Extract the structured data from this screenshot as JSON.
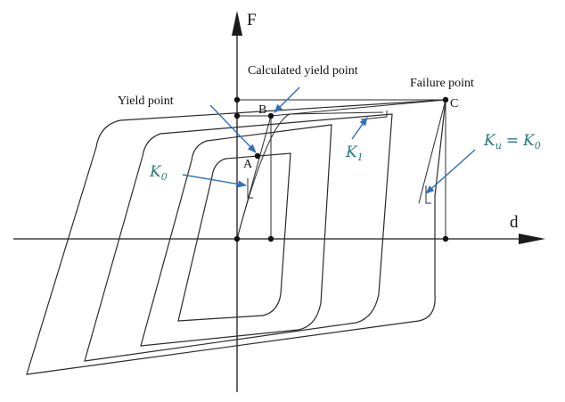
{
  "axes": {
    "y_label": "F",
    "x_label": "d"
  },
  "points": {
    "a": "A",
    "b": "B",
    "c": "C"
  },
  "annotations": {
    "yield_point": "Yield point",
    "calculated_yield_point": "Calculated yield point",
    "failure_point": "Failure point"
  },
  "stiffness": {
    "k0_main": "K",
    "k0_sub": "0",
    "k1_main": "K",
    "k1_sub": "1",
    "ku_main": "K",
    "ku_sub": "u",
    "ku_equals": "=",
    "ku_rhs_main": "K",
    "ku_rhs_sub": "0"
  },
  "colors": {
    "callout_arrow": "#2f6fbf",
    "stiffness_label": "#2c7a7b"
  }
}
